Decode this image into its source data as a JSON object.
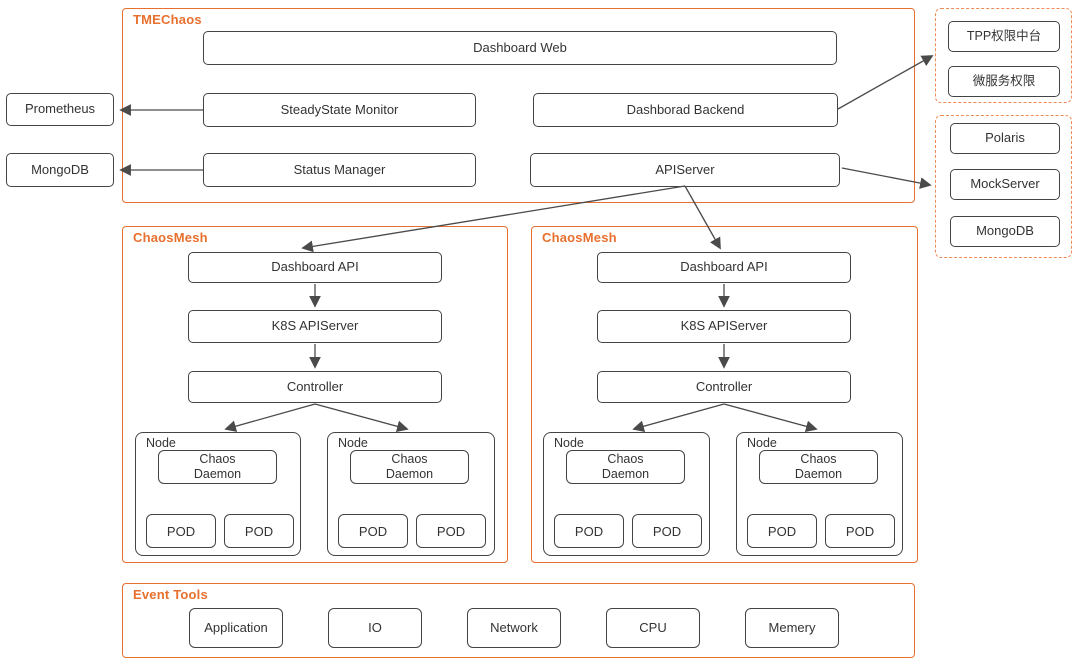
{
  "colors": {
    "orange": "#e8702e",
    "dashed_orange": "#ef8a57",
    "box_border": "#444444",
    "text": "#333333",
    "arrow": "#4a4a4a"
  },
  "tmechaos": {
    "label": "TMEChaos",
    "dashboard_web": "Dashboard Web",
    "steadystate_monitor": "SteadyState Monitor",
    "dashborad_backend": "Dashborad Backend",
    "status_manager": "Status Manager",
    "apiserver": "APIServer"
  },
  "external": {
    "prometheus": "Prometheus",
    "mongodb": "MongoDB",
    "auth_group": [
      "TPP权限中台",
      "微服务权限"
    ],
    "service_group": [
      "Polaris",
      "MockServer",
      "MongoDB"
    ]
  },
  "chaosmesh_clusters": [
    {
      "label": "ChaosMesh",
      "dashboard_api": "Dashboard API",
      "k8s_apiserver": "K8S APIServer",
      "controller": "Controller",
      "nodes": [
        {
          "label": "Node",
          "daemon": [
            "Chaos",
            "Daemon"
          ],
          "pods": [
            "POD",
            "POD"
          ]
        },
        {
          "label": "Node",
          "daemon": [
            "Chaos",
            "Daemon"
          ],
          "pods": [
            "POD",
            "POD"
          ]
        }
      ]
    },
    {
      "label": "ChaosMesh",
      "dashboard_api": "Dashboard API",
      "k8s_apiserver": "K8S APIServer",
      "controller": "Controller",
      "nodes": [
        {
          "label": "Node",
          "daemon": [
            "Chaos",
            "Daemon"
          ],
          "pods": [
            "POD",
            "POD"
          ]
        },
        {
          "label": "Node",
          "daemon": [
            "Chaos",
            "Daemon"
          ],
          "pods": [
            "POD",
            "POD"
          ]
        }
      ]
    }
  ],
  "event_tools": {
    "label": "Event Tools",
    "items": [
      "Application",
      "IO",
      "Network",
      "CPU",
      "Memery"
    ]
  }
}
